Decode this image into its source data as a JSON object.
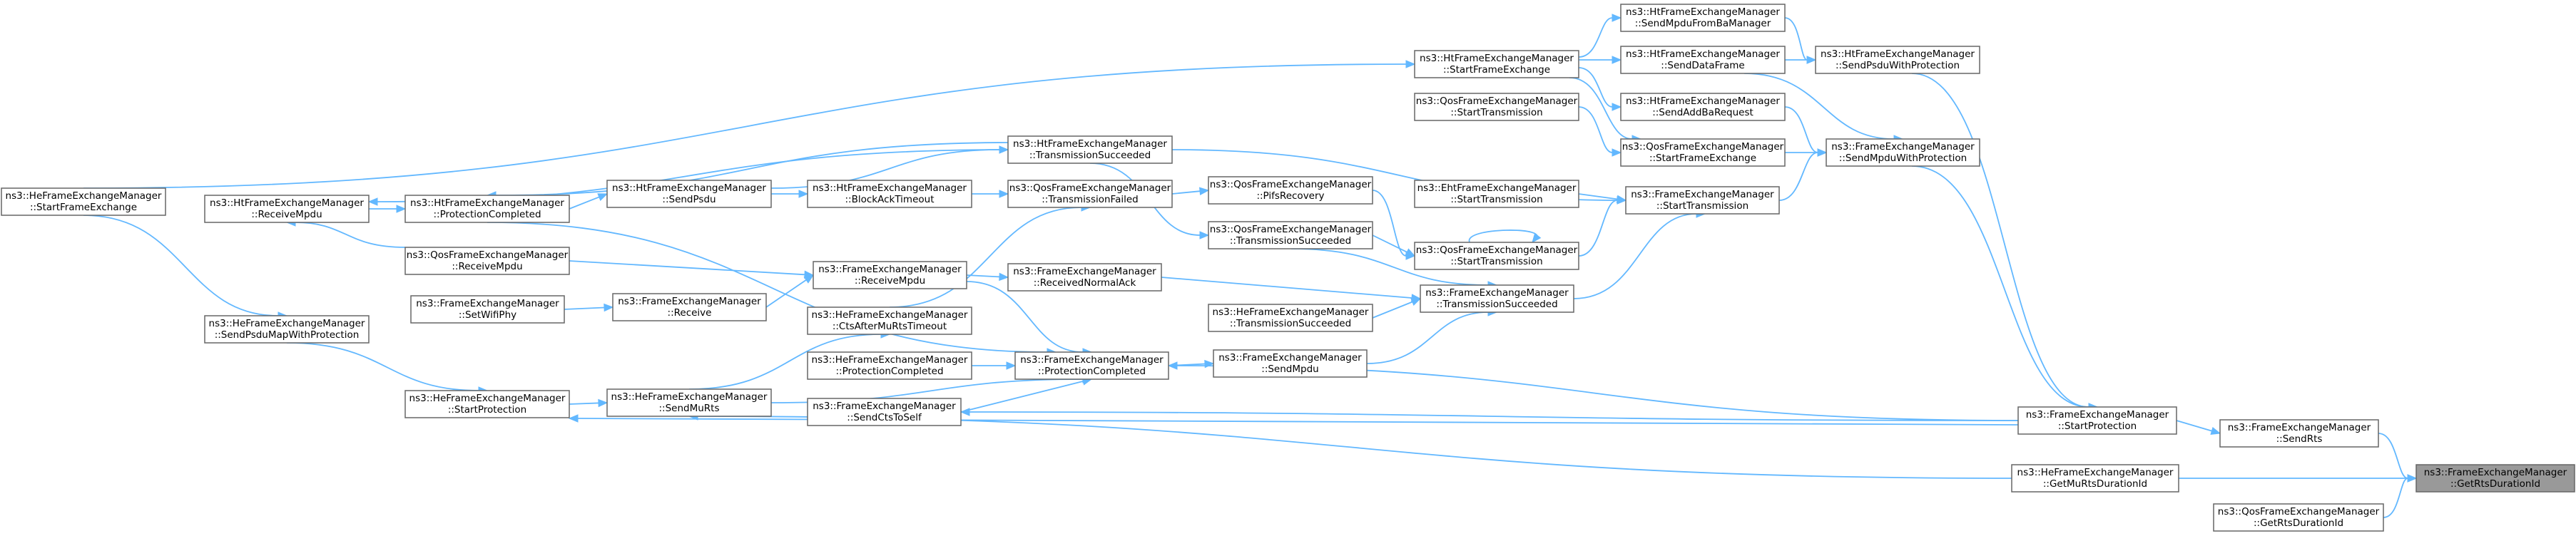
{
  "graph": {
    "title": "",
    "colors": {
      "edge": "#63b8ff",
      "node_border": "#666666",
      "root_fill": "#999999",
      "node_fill": "#ffffff"
    },
    "nodes": [
      {
        "id": "n_root",
        "name": "node-getrtsdurationid-root",
        "root": true,
        "lines": [
          "ns3::FrameExchangeManager",
          "::GetRtsDurationId"
        ]
      },
      {
        "id": "n_sendrts",
        "name": "node-sendrts",
        "lines": [
          "ns3::FrameExchangeManager",
          "::SendRts"
        ]
      },
      {
        "id": "n_he_getmurts",
        "name": "node-he-getmurtsdurationid",
        "lines": [
          "ns3::HeFrameExchangeManager",
          "::GetMuRtsDurationId"
        ]
      },
      {
        "id": "n_qos_getrts",
        "name": "node-qos-getrtsdurationid",
        "lines": [
          "ns3::QosFrameExchangeManager",
          "::GetRtsDurationId"
        ]
      },
      {
        "id": "n_startprotection",
        "name": "node-startprotection",
        "lines": [
          "ns3::FrameExchangeManager",
          "::StartProtection"
        ]
      },
      {
        "id": "n_ht_sendpsduwp",
        "name": "node-ht-sendpsduwithprotection",
        "lines": [
          "ns3::HtFrameExchangeManager",
          "::SendPsduWithProtection"
        ]
      },
      {
        "id": "n_sendmpduwp",
        "name": "node-sendmpduwithprotection",
        "lines": [
          "ns3::FrameExchangeManager",
          "::SendMpduWithProtection"
        ]
      },
      {
        "id": "n_ht_sendmpdufromba",
        "name": "node-ht-sendmpdufrombamanager",
        "lines": [
          "ns3::HtFrameExchangeManager",
          "::SendMpduFromBaManager"
        ]
      },
      {
        "id": "n_ht_senddataframe",
        "name": "node-ht-senddataframe",
        "lines": [
          "ns3::HtFrameExchangeManager",
          "::SendDataFrame"
        ]
      },
      {
        "id": "n_ht_sendaddba",
        "name": "node-ht-sendaddbarequest",
        "lines": [
          "ns3::HtFrameExchangeManager",
          "::SendAddBaRequest"
        ]
      },
      {
        "id": "n_qos_startfe",
        "name": "node-qos-startframeexchange",
        "lines": [
          "ns3::QosFrameExchangeManager",
          "::StartFrameExchange"
        ]
      },
      {
        "id": "n_starttransmission",
        "name": "node-starttransmission",
        "lines": [
          "ns3::FrameExchangeManager",
          "::StartTransmission"
        ]
      },
      {
        "id": "n_ht_startfe",
        "name": "node-ht-startframeexchange",
        "lines": [
          "ns3::HtFrameExchangeManager",
          "::StartFrameExchange"
        ]
      },
      {
        "id": "n_qos_starttx_a",
        "name": "node-qos-starttransmission-a",
        "lines": [
          "ns3::QosFrameExchangeManager",
          "::StartTransmission"
        ]
      },
      {
        "id": "n_eht_starttx",
        "name": "node-eht-starttransmission",
        "lines": [
          "ns3::EhtFrameExchangeManager",
          "::StartTransmission"
        ]
      },
      {
        "id": "n_qos_starttx_b",
        "name": "node-qos-starttransmission-b",
        "lines": [
          "ns3::QosFrameExchangeManager",
          "::StartTransmission"
        ]
      },
      {
        "id": "n_transsucceeded",
        "name": "node-transmissionsucceeded",
        "lines": [
          "ns3::FrameExchangeManager",
          "::TransmissionSucceeded"
        ]
      },
      {
        "id": "n_he_transsucceeded",
        "name": "node-he-transmissionsucceeded",
        "lines": [
          "ns3::HeFrameExchangeManager",
          "::TransmissionSucceeded"
        ]
      },
      {
        "id": "n_sendmpdu",
        "name": "node-sendmpdu",
        "lines": [
          "ns3::FrameExchangeManager",
          "::SendMpdu"
        ]
      },
      {
        "id": "n_qos_pifsrecovery",
        "name": "node-qos-pifsrecovery",
        "lines": [
          "ns3::QosFrameExchangeManager",
          "::PifsRecovery"
        ]
      },
      {
        "id": "n_qos_transsucceeded",
        "name": "node-qos-transmissionsucceeded",
        "lines": [
          "ns3::QosFrameExchangeManager",
          "::TransmissionSucceeded"
        ]
      },
      {
        "id": "n_ht_transsucceeded",
        "name": "node-ht-transmissionsucceeded",
        "lines": [
          "ns3::HtFrameExchangeManager",
          "::TransmissionSucceeded"
        ]
      },
      {
        "id": "n_qos_transfailed",
        "name": "node-qos-transmissionfailed",
        "lines": [
          "ns3::QosFrameExchangeManager",
          "::TransmissionFailed"
        ]
      },
      {
        "id": "n_receivednormalack",
        "name": "node-receivednormalack",
        "lines": [
          "ns3::FrameExchangeManager",
          "::ReceivedNormalAck"
        ]
      },
      {
        "id": "n_protcompleted",
        "name": "node-protectioncompleted",
        "lines": [
          "ns3::FrameExchangeManager",
          "::ProtectionCompleted"
        ]
      },
      {
        "id": "n_sendctstoself",
        "name": "node-sendctstoself",
        "lines": [
          "ns3::FrameExchangeManager",
          "::SendCtsToSelf"
        ]
      },
      {
        "id": "n_he_protcompleted",
        "name": "node-he-protectioncompleted",
        "lines": [
          "ns3::HeFrameExchangeManager",
          "::ProtectionCompleted"
        ]
      },
      {
        "id": "n_he_ctsafter",
        "name": "node-he-ctsaftermurtstimeout",
        "lines": [
          "ns3::HeFrameExchangeManager",
          "::CtsAfterMuRtsTimeout"
        ]
      },
      {
        "id": "n_receivempdu",
        "name": "node-receivempdu",
        "lines": [
          "ns3::FrameExchangeManager",
          "::ReceiveMpdu"
        ]
      },
      {
        "id": "n_ht_blockacktimeout",
        "name": "node-ht-blockacktimeout",
        "lines": [
          "ns3::HtFrameExchangeManager",
          "::BlockAckTimeout"
        ]
      },
      {
        "id": "n_ht_sendpsdu",
        "name": "node-ht-sendpsdu",
        "lines": [
          "ns3::HtFrameExchangeManager",
          "::SendPsdu"
        ]
      },
      {
        "id": "n_receive",
        "name": "node-receive",
        "lines": [
          "ns3::FrameExchangeManager",
          "::Receive"
        ]
      },
      {
        "id": "n_he_sendmurts",
        "name": "node-he-sendmurts",
        "lines": [
          "ns3::HeFrameExchangeManager",
          "::SendMuRts"
        ]
      },
      {
        "id": "n_ht_protcompleted",
        "name": "node-ht-protectioncompleted",
        "lines": [
          "ns3::HtFrameExchangeManager",
          "::ProtectionCompleted"
        ]
      },
      {
        "id": "n_qos_receivempdu",
        "name": "node-qos-receivempdu",
        "lines": [
          "ns3::QosFrameExchangeManager",
          "::ReceiveMpdu"
        ]
      },
      {
        "id": "n_setwifiphy",
        "name": "node-setwifiphy",
        "lines": [
          "ns3::FrameExchangeManager",
          "::SetWifiPhy"
        ]
      },
      {
        "id": "n_he_startprotection",
        "name": "node-he-startprotection",
        "lines": [
          "ns3::HeFrameExchangeManager",
          "::StartProtection"
        ]
      },
      {
        "id": "n_ht_receivempdu",
        "name": "node-ht-receivempdu",
        "lines": [
          "ns3::HtFrameExchangeManager",
          "::ReceiveMpdu"
        ]
      },
      {
        "id": "n_he_sendpsdumap",
        "name": "node-he-sendpsdumapwithprotection",
        "lines": [
          "ns3::HeFrameExchangeManager",
          "::SendPsduMapWithProtection"
        ]
      },
      {
        "id": "n_he_startfe",
        "name": "node-he-startframeexchange",
        "lines": [
          "ns3::HeFrameExchangeManager",
          "::StartFrameExchange"
        ]
      }
    ]
  }
}
